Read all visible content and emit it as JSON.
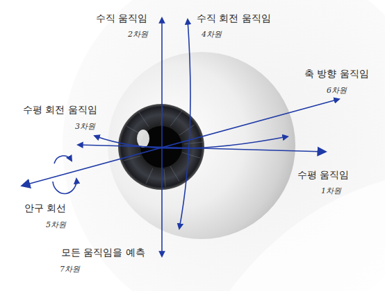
{
  "diagram": {
    "labels": [
      "수직 움직임",
      "2차원",
      "수직 회전 움직임",
      "4차원",
      "축 방향 움직임",
      "6차원",
      "수평 회전 움직임",
      "3차원",
      "수평 움직임",
      "1차원",
      "안구 회선",
      "5차원",
      "모든 움직임을 예측",
      "7차원"
    ]
  }
}
